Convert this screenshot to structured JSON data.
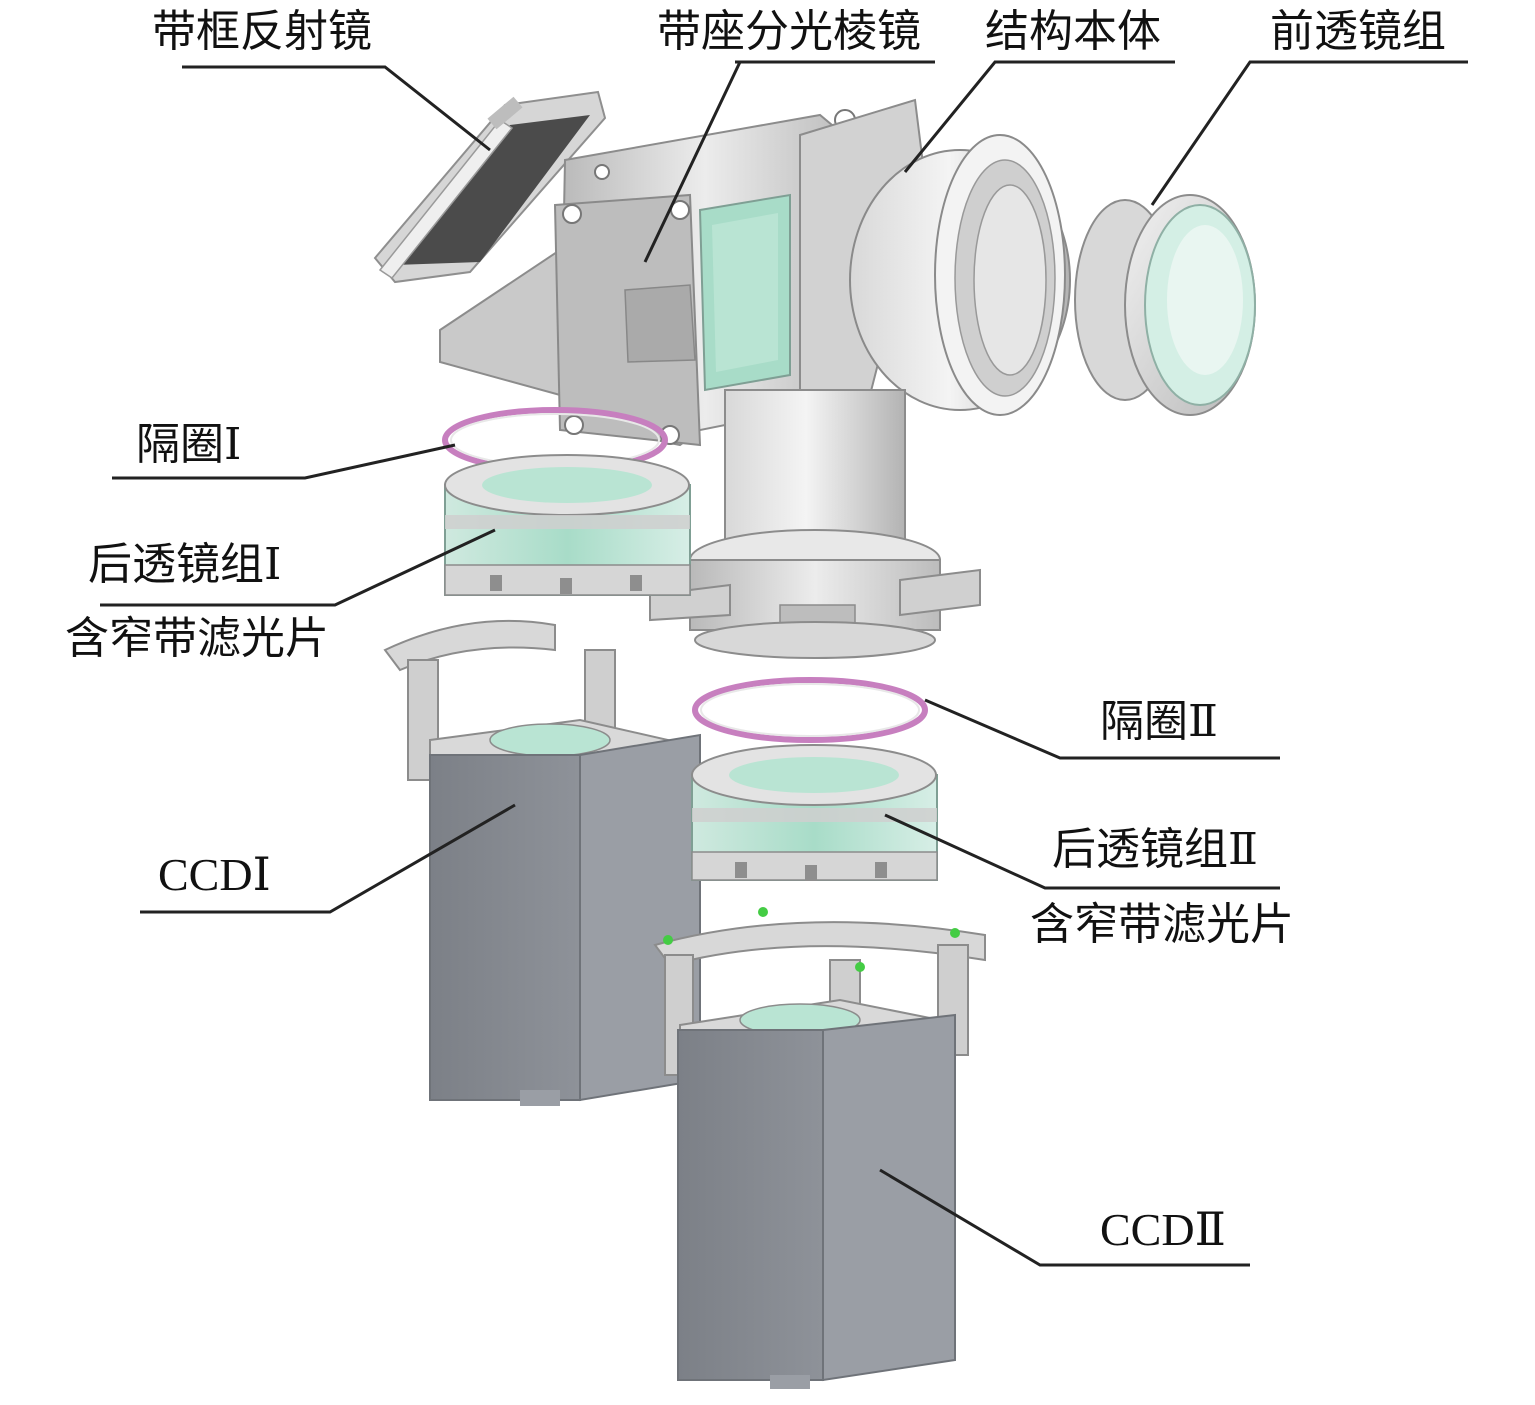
{
  "labels": {
    "framed_mirror": "带框反射镜",
    "mounted_prism": "带座分光棱镜",
    "structure_body": "结构本体",
    "front_lens_group": "前透镜组",
    "spacer_1": "隔圈Ⅰ",
    "rear_lens_group_1": "后透镜组Ⅰ",
    "filter_note_1": "含窄带滤光片",
    "ccd_1": "CCDⅠ",
    "spacer_2": "隔圈Ⅱ",
    "rear_lens_group_2": "后透镜组Ⅱ",
    "filter_note_2": "含窄带滤光片",
    "ccd_2": "CCDⅡ"
  },
  "colors": {
    "metal_light": "#e6e6e6",
    "metal_mid": "#c9c9c9",
    "metal_dark": "#a7a7a7",
    "ccd_body": "#858a91",
    "glass": "#a8dcc8",
    "spacer_ring": "#c77fbf",
    "mirror_dark": "#4b4b4b",
    "leader_line": "#222222",
    "mark_green": "#44cc44"
  }
}
